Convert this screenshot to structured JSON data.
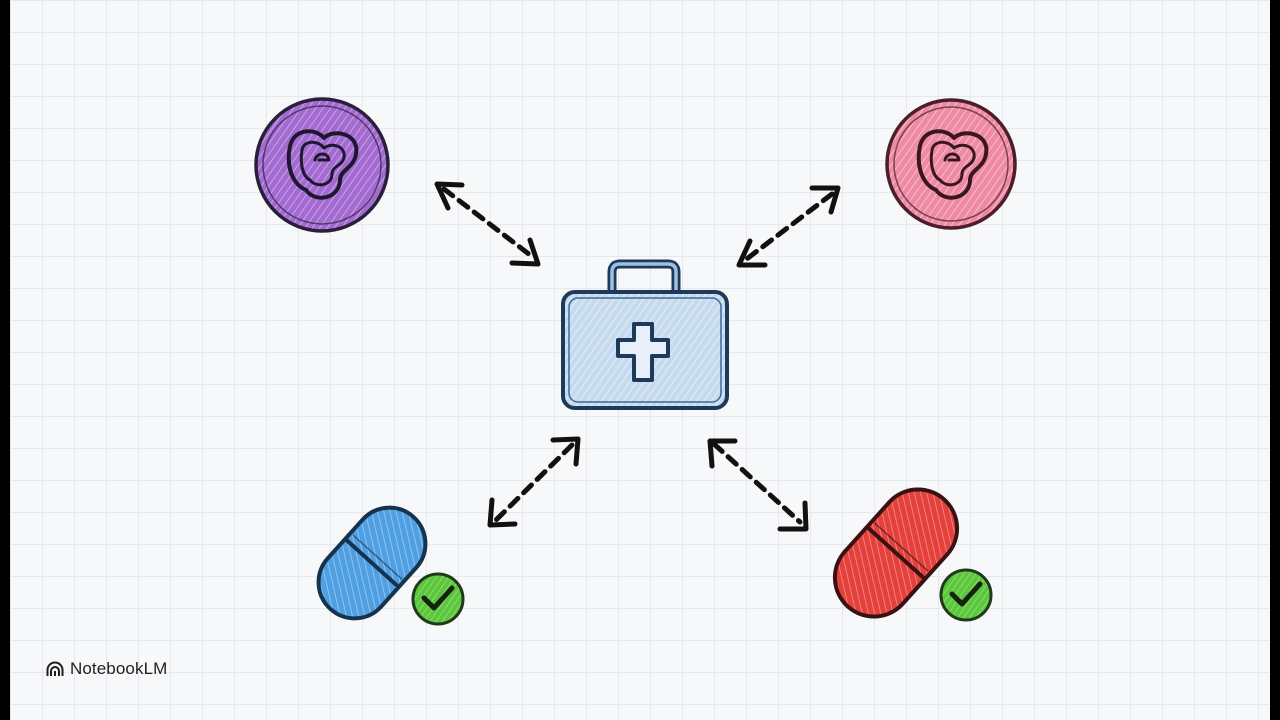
{
  "brand": {
    "name": "NotebookLM",
    "icon": "notebooklm-logo-icon"
  },
  "nodes": {
    "center": {
      "icon": "first-aid-kit-icon",
      "color": "#c9dcee"
    },
    "top_left": {
      "icon": "pathogen-cell-icon",
      "color": "#9b5fc9"
    },
    "top_right": {
      "icon": "pathogen-cell-icon",
      "color": "#ef8aa2"
    },
    "bottom_left": {
      "icon": "capsule-pill-icon",
      "color": "#5aa7e6",
      "status": "checkmark-badge-icon"
    },
    "bottom_right": {
      "icon": "capsule-pill-icon",
      "color": "#e94a45",
      "status": "checkmark-badge-icon"
    }
  },
  "connectors": {
    "style": "dashed-double-arrow",
    "count": 4
  },
  "colors": {
    "background": "#f7f8f9",
    "grid": "#e6e8eb",
    "outline": "#1c2430",
    "check_green": "#5cc63c"
  }
}
